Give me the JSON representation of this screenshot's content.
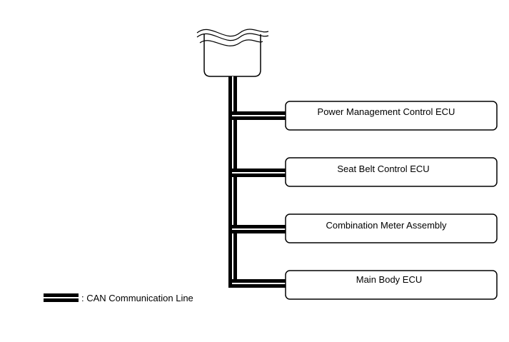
{
  "ecus": [
    {
      "label": "Power Management Control ECU"
    },
    {
      "label": "Seat Belt Control ECU"
    },
    {
      "label": "Combination Meter Assembly"
    },
    {
      "label": "Main Body ECU"
    }
  ],
  "legend": {
    "label": ": CAN Communication Line"
  },
  "colors": {
    "line": "#000000",
    "background": "#ffffff"
  }
}
